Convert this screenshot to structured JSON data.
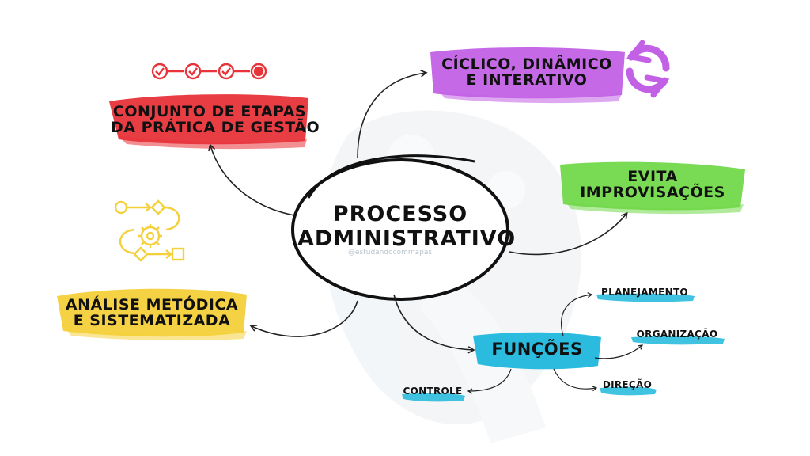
{
  "center": {
    "line1": "PROCESSO",
    "line2": "ADMINISTRATIVO"
  },
  "watermark": "@estudandocommapas",
  "nodes": {
    "etapas": {
      "line1": "CONJUNTO DE ETAPAS",
      "line2": "DA PRÁTICA DE GESTÃO",
      "color": "#e8333a"
    },
    "ciclico": {
      "line1": "CÍCLICO, DINÂMICO",
      "line2": "E INTERATIVO",
      "color": "#c261e6"
    },
    "evita": {
      "line1": "EVITA",
      "line2": "IMPROVISAÇÕES",
      "color": "#72d84a"
    },
    "analise": {
      "line1": "ANÁLISE METÓDICA",
      "line2": "E SISTEMATIZADA",
      "color": "#f4d03a"
    },
    "funcoes": {
      "label": "FUNÇÕES",
      "color": "#1fb7dc"
    }
  },
  "functions": {
    "planejamento": "PLANEJAMENTO",
    "organizacao": "ORGANIZAÇÃO",
    "direcao": "DIREÇÃO",
    "controle": "CONTROLE"
  },
  "icons": {
    "steps": "checklist-steps-icon",
    "cycle": "refresh-cycle-icon",
    "flow": "gear-flowchart-icon"
  }
}
